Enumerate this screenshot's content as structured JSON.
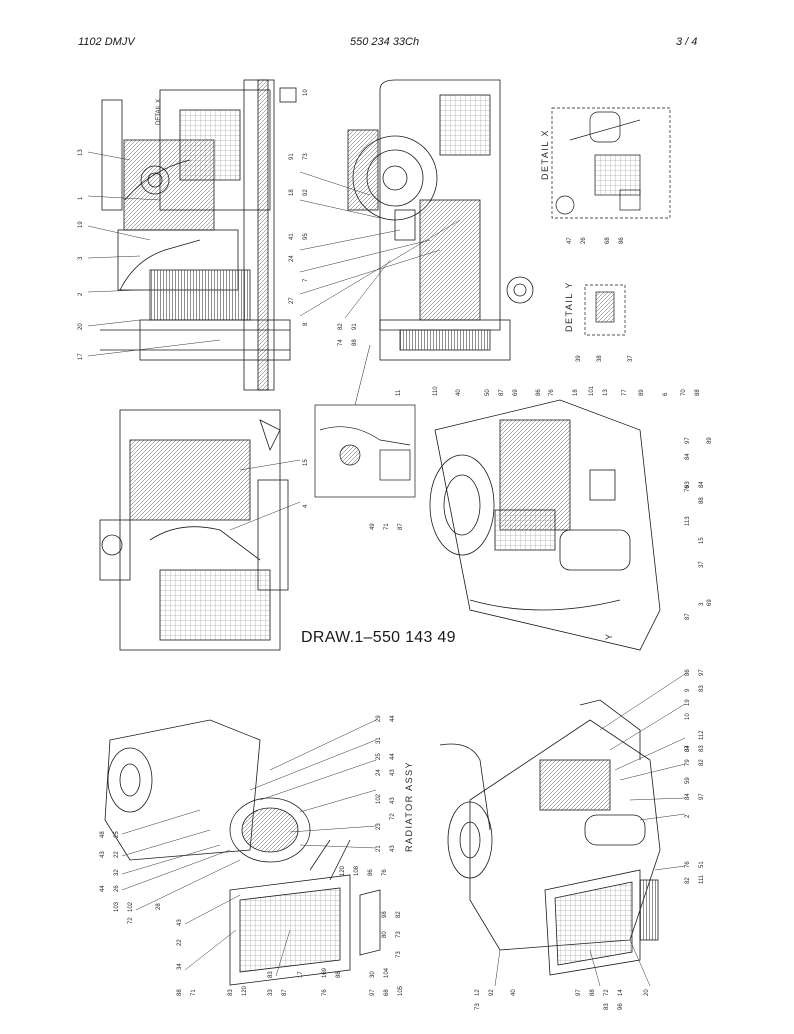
{
  "header": {
    "left": "1102 DMJV",
    "center": "550 234 33Ch",
    "page": "3 /   4"
  },
  "drawing_title": "DRAW.1–550 143 49",
  "view_labels": {
    "detail_x_side": "DETAIL X",
    "detail_x": "DETAIL X",
    "detail_y": "DETAIL Y",
    "radiator": "RADIATOR ASSY",
    "y_marker": "Y"
  },
  "callouts": {
    "left_top": [
      "10",
      "13",
      "1",
      "19",
      "3",
      "2",
      "20",
      "17"
    ],
    "mid_top": [
      "91",
      "73",
      "18",
      "92",
      "41",
      "95",
      "24",
      "7",
      "27",
      "8",
      "82",
      "74",
      "91",
      "88"
    ],
    "detail_x": [
      "47",
      "26",
      "68",
      "86"
    ],
    "detail_y": [
      "39",
      "38",
      "37"
    ],
    "side_view": [
      "15",
      "4"
    ],
    "inset": [
      "11",
      "49",
      "71",
      "87"
    ],
    "iso_top": [
      "110",
      "40",
      "50",
      "87",
      "69",
      "86",
      "76",
      "18",
      "101",
      "13",
      "77",
      "89",
      "6",
      "70",
      "88",
      "97",
      "89",
      "84",
      "76",
      "93",
      "84",
      "113",
      "88",
      "15",
      "37",
      "3",
      "87",
      "69"
    ],
    "lower_left": [
      "29",
      "44",
      "31",
      "25",
      "44",
      "24",
      "43",
      "102",
      "43",
      "72",
      "23",
      "21",
      "43",
      "48",
      "25",
      "43",
      "22",
      "32",
      "44",
      "26",
      "103",
      "102",
      "72",
      "28",
      "43",
      "22",
      "120",
      "108",
      "86",
      "76",
      "98",
      "82",
      "80",
      "73",
      "73",
      "34",
      "88",
      "71",
      "83",
      "120",
      "33",
      "83",
      "87",
      "17",
      "169",
      "76",
      "88",
      "30",
      "97",
      "68",
      "104",
      "105"
    ],
    "lower_right": [
      "86",
      "97",
      "9",
      "83",
      "19",
      "10",
      "112",
      "87",
      "83",
      "79",
      "84",
      "82",
      "59",
      "84",
      "97",
      "2",
      "76",
      "51",
      "82",
      "111",
      "12",
      "73",
      "92",
      "40",
      "97",
      "88",
      "72",
      "14",
      "83",
      "96",
      "20"
    ]
  }
}
